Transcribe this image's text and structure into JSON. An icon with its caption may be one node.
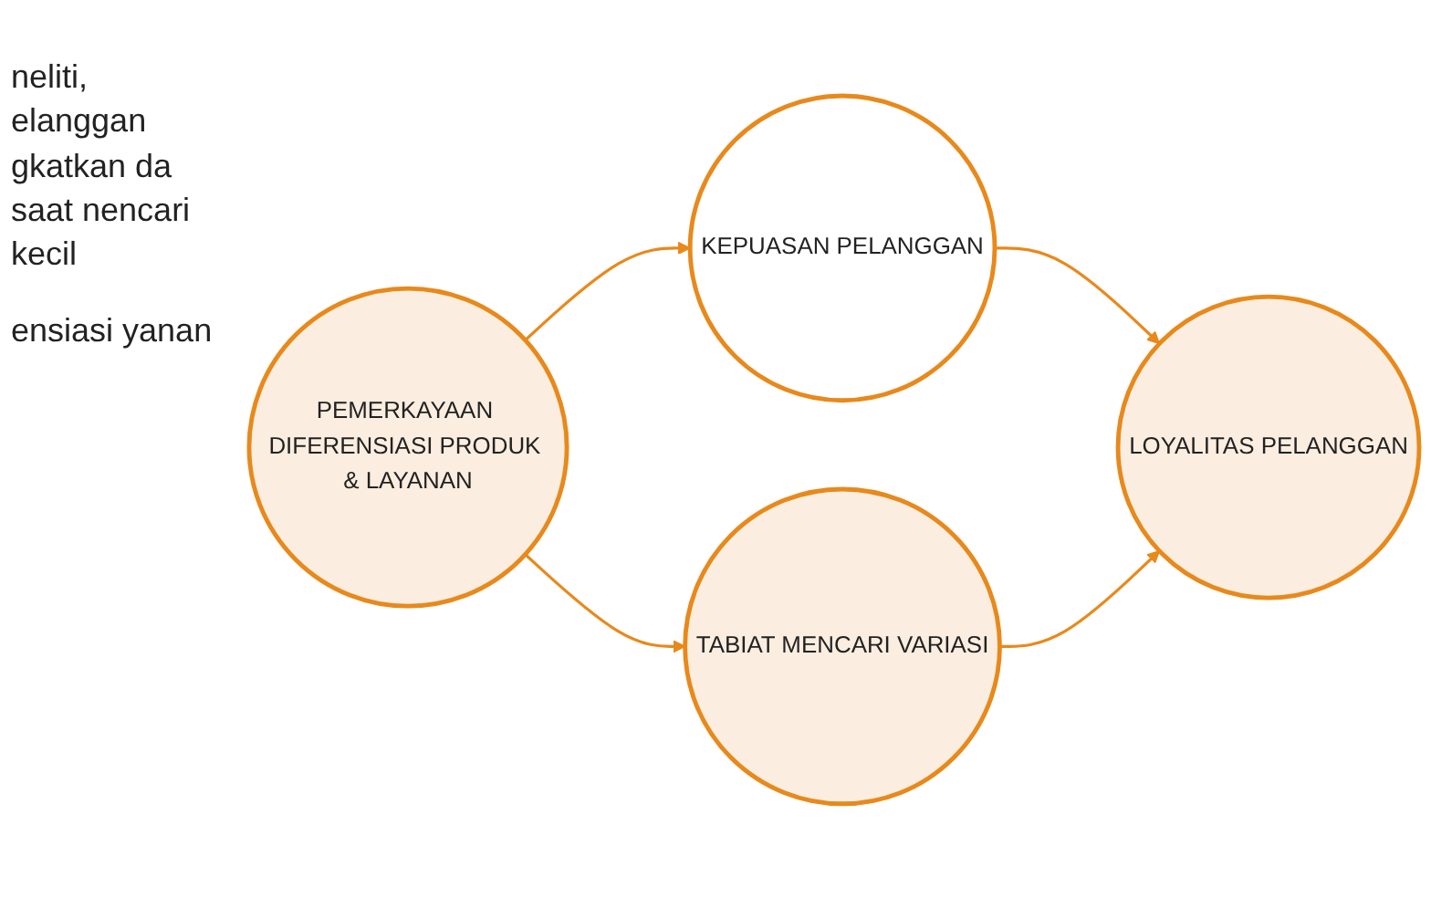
{
  "diagram": {
    "nodes": [
      {
        "text": [
          "KEPUASAN PELANGGAN"
        ]
      },
      {
        "text": [
          "LOYALITAS PELANGGAN"
        ]
      },
      {
        "text": [
          "PEMERKAYAAN DIFERENSIASI PRODUK & LAYANAN"
        ]
      },
      {
        "text": [
          "TABIAT MENCARI VARIASI"
        ]
      }
    ],
    "edges": [
      {
        "from": 2,
        "to": 0,
        "arrow": "to"
      },
      {
        "from": 0,
        "to": 1,
        "arrow": "to"
      },
      {
        "from": 2,
        "to": 3,
        "arrow": "to"
      },
      {
        "from": 3,
        "to": 1,
        "arrow": "to"
      }
    ],
    "labels": [
      "neliti, elanggan gkatkan da saat nencari kecil",
      "ensiasi yanan"
    ]
  }
}
